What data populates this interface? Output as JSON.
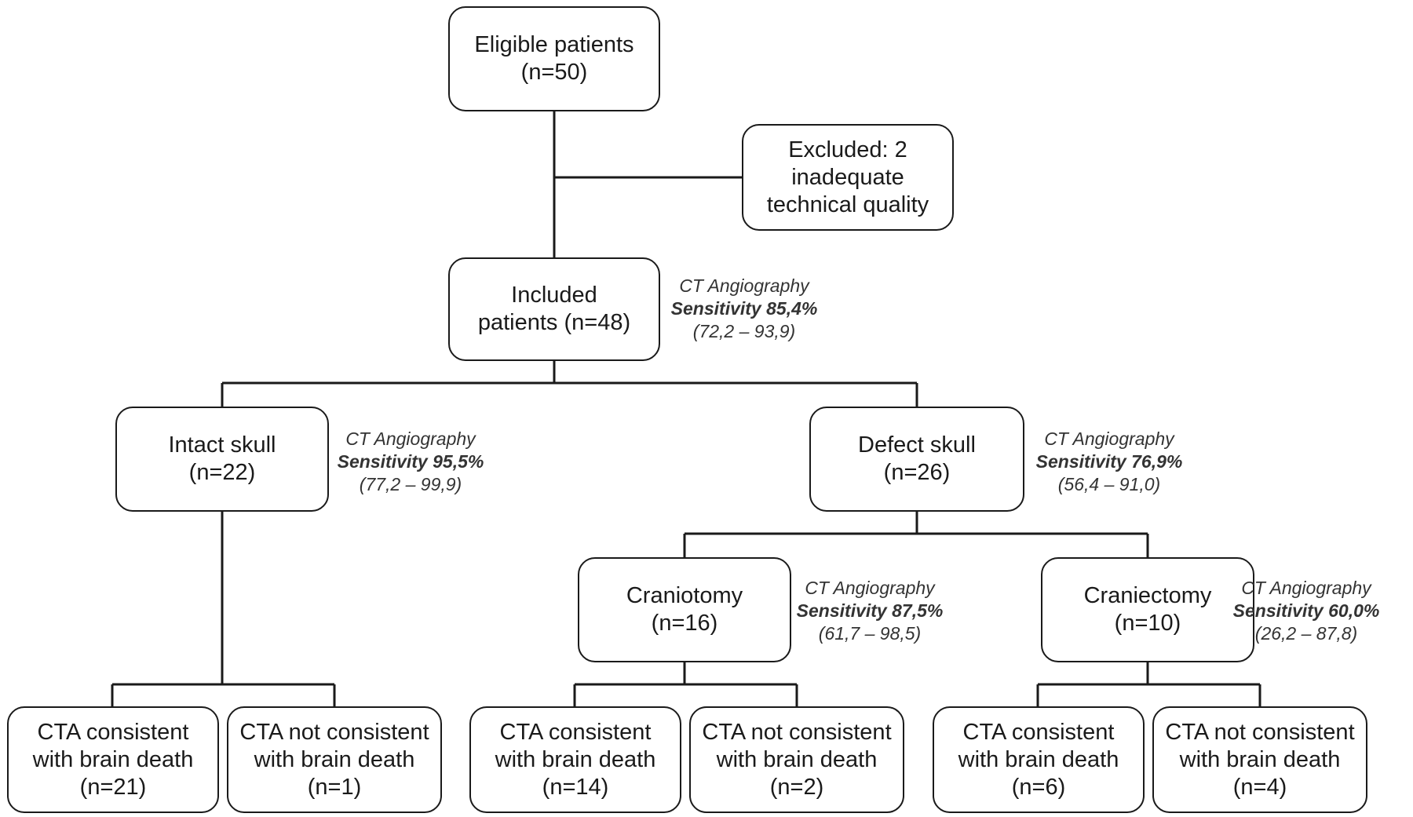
{
  "eligible": {
    "line1": "Eligible patients",
    "line2": "(n=50)"
  },
  "excluded": {
    "line1": "Excluded: 2",
    "line2": "inadequate",
    "line3": "technical quality"
  },
  "included": {
    "line1": "Included",
    "line2": "patients (n=48)"
  },
  "intact": {
    "line1": "Intact skull",
    "line2": "(n=22)"
  },
  "defect": {
    "line1": "Defect skull",
    "line2": "(n=26)"
  },
  "craniotomy": {
    "line1": "Craniotomy",
    "line2": "(n=16)"
  },
  "craniectomy": {
    "line1": "Craniectomy",
    "line2": "(n=10)"
  },
  "notes": {
    "included": {
      "method": "CT Angiography",
      "sensitivity": "Sensitivity 85,4%",
      "ci": "(72,2 – 93,9)"
    },
    "intact": {
      "method": "CT Angiography",
      "sensitivity": "Sensitivity 95,5%",
      "ci": "(77,2 – 99,9)"
    },
    "defect": {
      "method": "CT Angiography",
      "sensitivity": "Sensitivity 76,9%",
      "ci": "(56,4 – 91,0)"
    },
    "craniotomy": {
      "method": "CT Angiography",
      "sensitivity": "Sensitivity 87,5%",
      "ci": "(61,7 – 98,5)"
    },
    "craniectomy": {
      "method": "CT Angiography",
      "sensitivity": "Sensitivity 60,0%",
      "ci": "(26,2 – 87,8)"
    }
  },
  "leaves": {
    "intact_consistent": {
      "line1": "CTA consistent",
      "line2": "with brain death",
      "line3": "(n=21)"
    },
    "intact_not": {
      "line1": "CTA not consistent",
      "line2": "with brain death",
      "line3": "(n=1)"
    },
    "craniotomy_consistent": {
      "line1": "CTA consistent",
      "line2": "with brain death",
      "line3": "(n=14)"
    },
    "craniotomy_not": {
      "line1": "CTA not consistent",
      "line2": "with brain death",
      "line3": "(n=2)"
    },
    "craniectomy_consistent": {
      "line1": "CTA consistent",
      "line2": "with brain death",
      "line3": "(n=6)"
    },
    "craniectomy_not": {
      "line1": "CTA not consistent",
      "line2": "with brain death",
      "line3": "(n=4)"
    }
  }
}
